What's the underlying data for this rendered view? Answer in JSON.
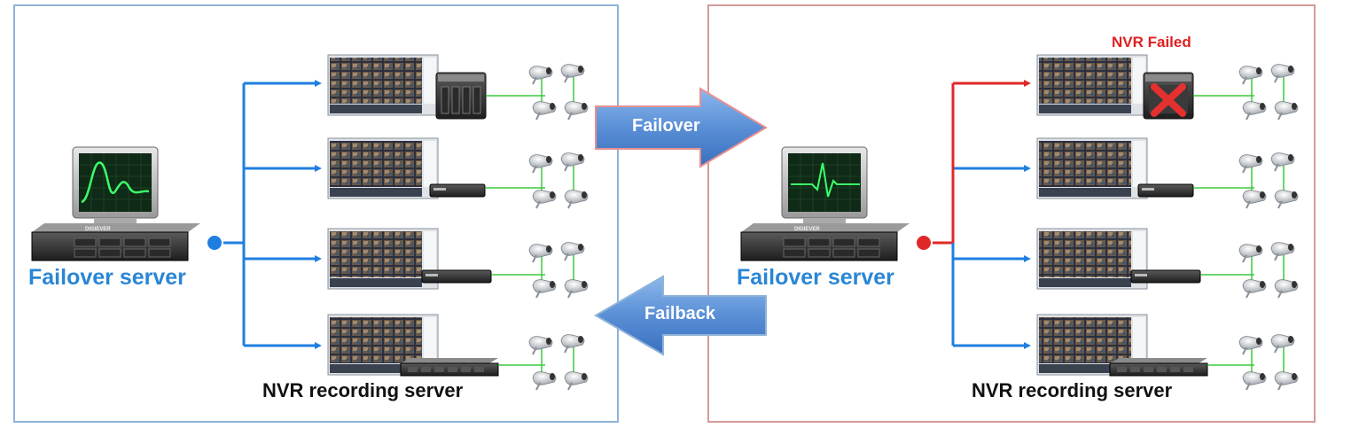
{
  "left_panel": {
    "server_label": "Failover server",
    "nvr_label": "NVR recording server",
    "server_brand": "DIGIEVER"
  },
  "right_panel": {
    "server_label": "Failover server",
    "nvr_label": "NVR recording server",
    "failed_label": "NVR Failed",
    "server_brand": "DIGIEVER"
  },
  "arrows": {
    "failover": "Failover",
    "failback": "Failback"
  },
  "colors": {
    "link_blue": "#1f7fe0",
    "link_red": "#e02828",
    "camera_line_green": "#3cc83c",
    "arrow_fill": "#5a8fd6",
    "left_border": "#8fb3d9",
    "right_border": "#d49a9a"
  }
}
